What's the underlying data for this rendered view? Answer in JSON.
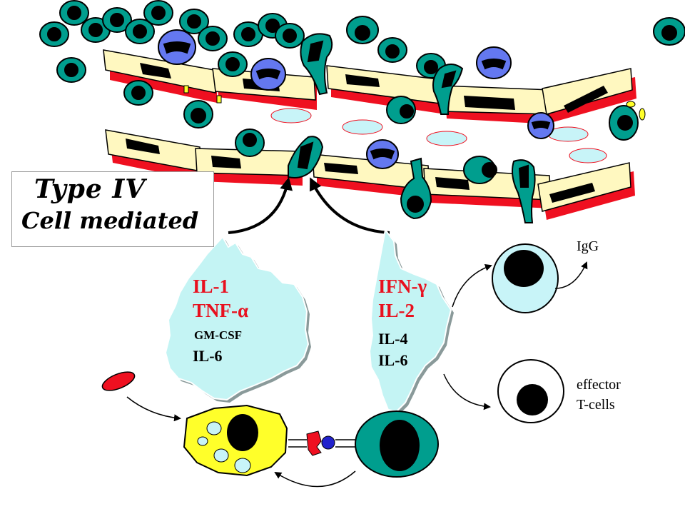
{
  "title": {
    "line1": "Type IV",
    "line2": "Cell mediated"
  },
  "left_cytokines": {
    "l1": "IL-1",
    "l2": "TNF-α",
    "l3": "GM-CSF",
    "l4": "IL-6"
  },
  "right_cytokines": {
    "l1": "IFN-γ",
    "l2": "IL-2",
    "l3": "IL-4",
    "l4": "IL-6"
  },
  "outputs": {
    "igg": "IgG",
    "effector_1": "effector",
    "effector_2": "T-cells"
  },
  "colors": {
    "teal": "#009e8e",
    "blue": "#6478f0",
    "cream": "#fff8c0",
    "red": "#ef1020",
    "cloud": "#c4f4f4",
    "yellow": "#ffff2a",
    "vessel": "#c8f4f8"
  }
}
